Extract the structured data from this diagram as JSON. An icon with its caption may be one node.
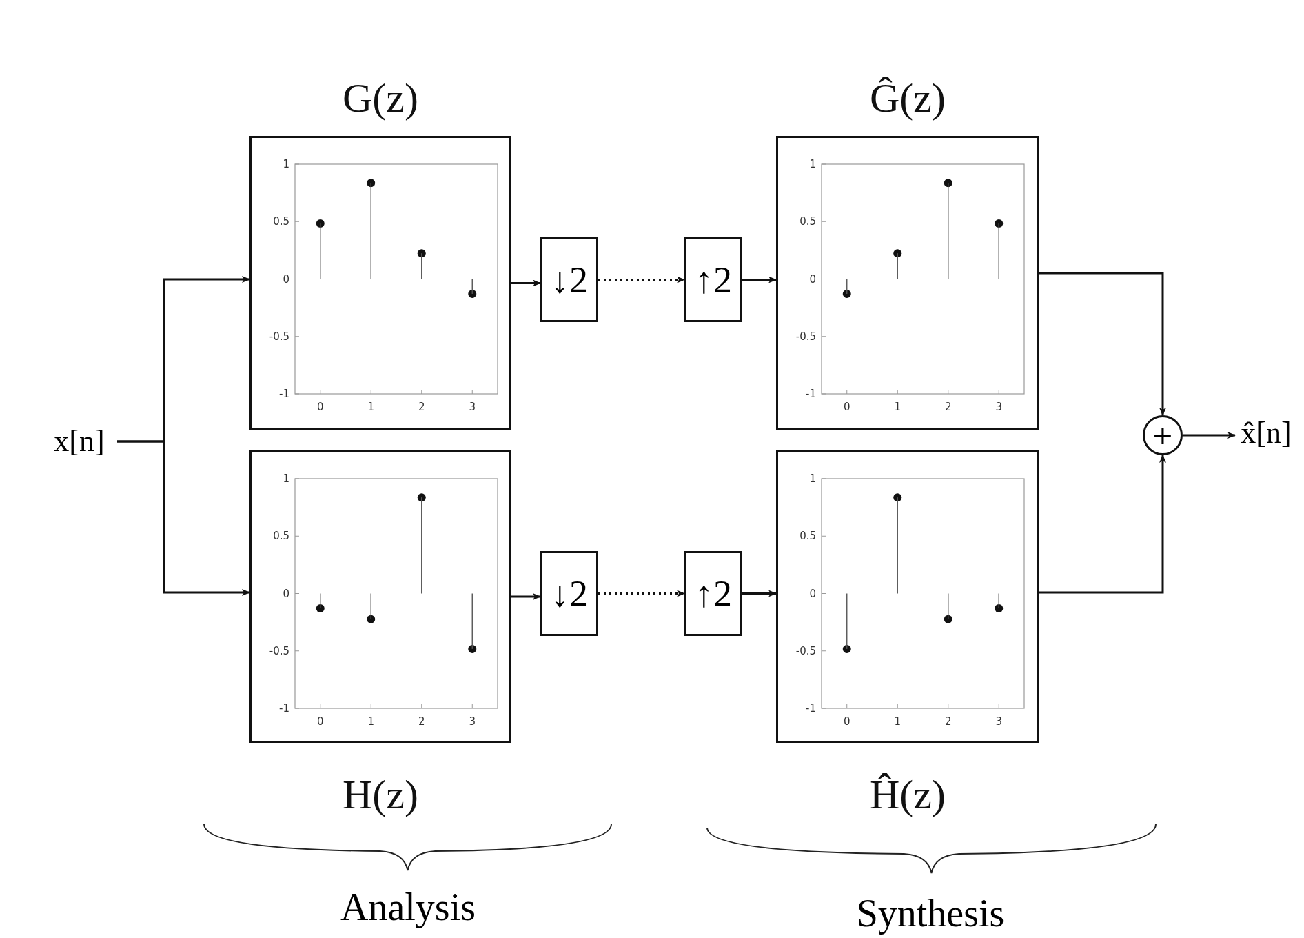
{
  "diagram": {
    "nodes": [
      {
        "text": [
          "x[n]"
        ]
      },
      {
        "text": [
          "G(z)"
        ]
      },
      {
        "text": [
          "H(z)"
        ]
      },
      {
        "text": [
          "↓2"
        ]
      },
      {
        "text": [
          "↑2"
        ]
      },
      {
        "text": [
          "↓2"
        ]
      },
      {
        "text": [
          "↑2"
        ]
      },
      {
        "text": [
          "Ĝ(z)"
        ]
      },
      {
        "text": [
          "Ĥ(z)"
        ]
      },
      {
        "text": [
          "+"
        ]
      },
      {
        "text": [
          "x̂[n]"
        ]
      }
    ],
    "edges": [
      {
        "from": 0,
        "to": 1,
        "arrow": "to"
      },
      {
        "from": 0,
        "to": 2,
        "arrow": "to"
      },
      {
        "from": 1,
        "to": 3,
        "arrow": "to"
      },
      {
        "from": 3,
        "to": 4,
        "arrow": "to",
        "style": "dashed"
      },
      {
        "from": 4,
        "to": 7,
        "arrow": "to"
      },
      {
        "from": 2,
        "to": 5,
        "arrow": "to"
      },
      {
        "from": 5,
        "to": 6,
        "arrow": "to",
        "style": "dashed"
      },
      {
        "from": 6,
        "to": 8,
        "arrow": "to"
      },
      {
        "from": 7,
        "to": 9,
        "arrow": "to"
      },
      {
        "from": 8,
        "to": 9,
        "arrow": "to"
      },
      {
        "from": 9,
        "to": 10,
        "arrow": "to"
      }
    ],
    "labels": [
      "Analysis",
      "Synthesis"
    ],
    "chart_data": [
      {
        "type": "bar",
        "categories": [
          "0",
          "1",
          "2",
          "3"
        ],
        "values": [
          0.483,
          0.837,
          0.224,
          -0.129
        ],
        "ylim": [
          -1,
          1
        ],
        "yticks": [
          -1,
          -0.5,
          0,
          0.5,
          1
        ]
      },
      {
        "type": "bar",
        "categories": [
          "0",
          "1",
          "2",
          "3"
        ],
        "values": [
          -0.129,
          -0.224,
          0.837,
          -0.483
        ],
        "ylim": [
          -1,
          1
        ],
        "yticks": [
          -1,
          -0.5,
          0,
          0.5,
          1
        ]
      },
      {
        "type": "bar",
        "categories": [
          "0",
          "1",
          "2",
          "3"
        ],
        "values": [
          -0.129,
          0.224,
          0.837,
          0.483
        ],
        "ylim": [
          -1,
          1
        ],
        "yticks": [
          -1,
          -0.5,
          0,
          0.5,
          1
        ]
      },
      {
        "type": "bar",
        "categories": [
          "0",
          "1",
          "2",
          "3"
        ],
        "values": [
          -0.483,
          0.837,
          -0.224,
          -0.129
        ],
        "ylim": [
          -1,
          1
        ],
        "yticks": [
          -1,
          -0.5,
          0,
          0.5,
          1
        ]
      }
    ]
  }
}
